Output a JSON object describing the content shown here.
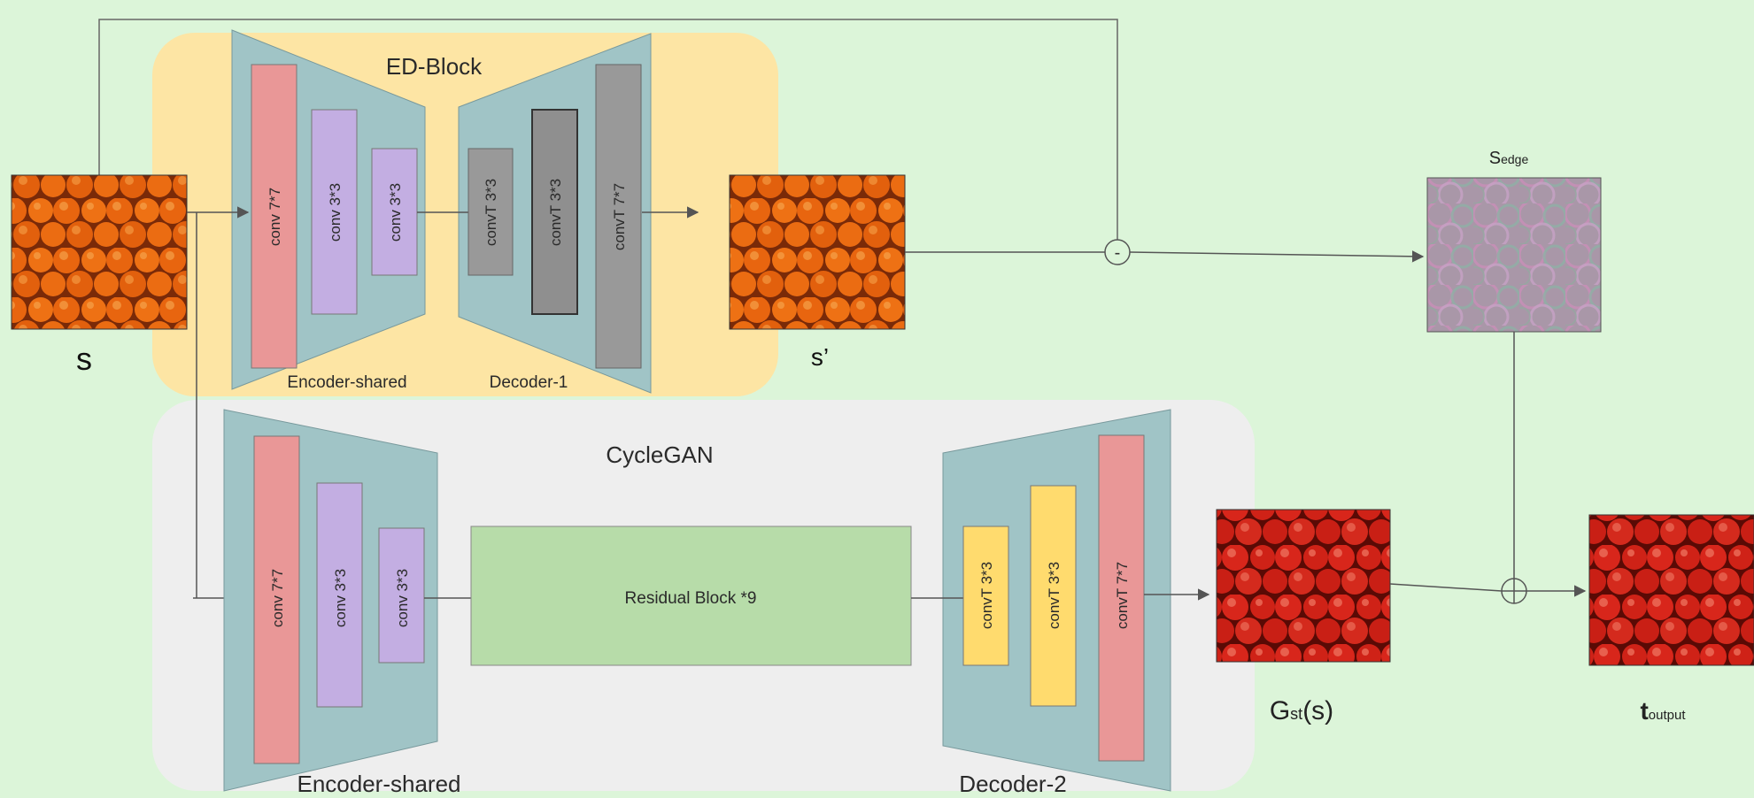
{
  "ed_block": {
    "title": "ED-Block",
    "encoder_label": "Encoder-shared",
    "decoder_label": "Decoder-1",
    "encoder_layers": [
      "conv 7*7",
      "conv 3*3",
      "conv 3*3"
    ],
    "decoder_layers": [
      "convT 3*3",
      "convT 3*3",
      "convT 7*7"
    ]
  },
  "cyclegan": {
    "title": "CycleGAN",
    "encoder_label": "Encoder-shared",
    "decoder_label": "Decoder-2",
    "encoder_layers": [
      "conv 7*7",
      "conv 3*3",
      "conv 3*3"
    ],
    "residual_label": "Residual Block *9",
    "decoder_layers": [
      "convT 3*3",
      "convT 3*3",
      "convT 7*7"
    ]
  },
  "images": {
    "input_label": "s",
    "recon_label": "s’",
    "edge_label_main": "S",
    "edge_label_sub": "edge",
    "gen_label_main": "G",
    "gen_label_sub": "st",
    "gen_label_arg": "(s)",
    "output_label_main": "t",
    "output_label_sub": "output"
  },
  "operators": {
    "minus": "-",
    "plus": "+"
  },
  "colors": {
    "background": "#dcf5d9",
    "ed_block_bg": "#fde5a4",
    "cyclegan_bg": "#eeeeee",
    "trapezoid": "#a0c4c6",
    "conv7": "#e99797",
    "conv3": "#c3aee2",
    "convT_gray": "#999999",
    "convT_yellow": "#ffdb6e",
    "residual": "#b7dca9"
  }
}
